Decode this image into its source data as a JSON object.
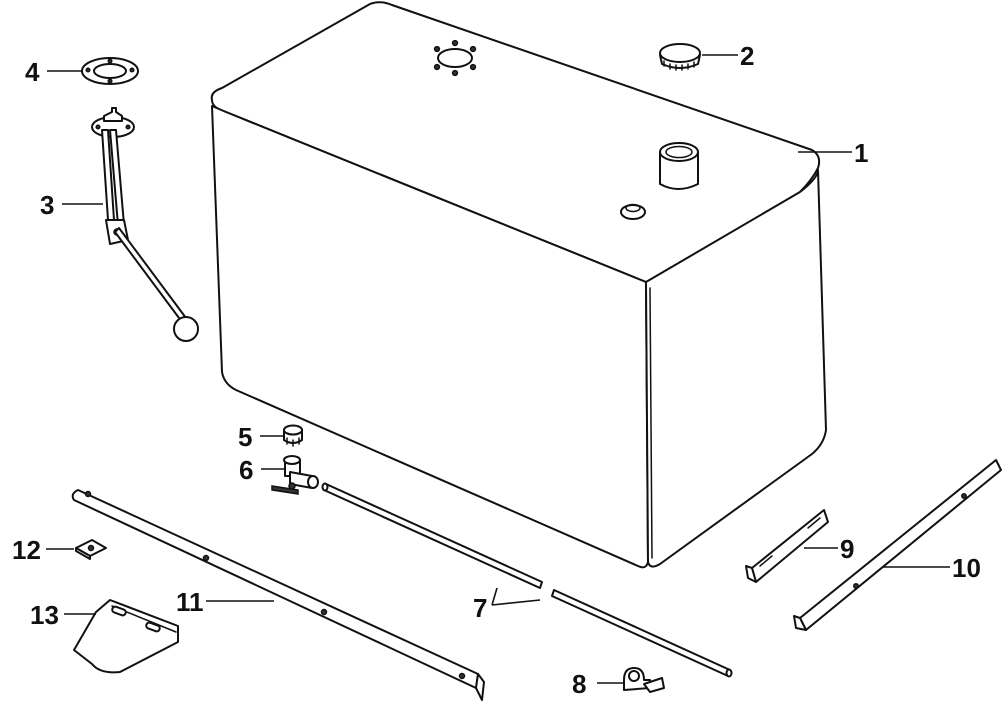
{
  "callouts": [
    {
      "id": "c1",
      "label": "1"
    },
    {
      "id": "c2",
      "label": "2"
    },
    {
      "id": "c3",
      "label": "3"
    },
    {
      "id": "c4",
      "label": "4"
    },
    {
      "id": "c5",
      "label": "5"
    },
    {
      "id": "c6",
      "label": "6"
    },
    {
      "id": "c7",
      "label": "7"
    },
    {
      "id": "c8",
      "label": "8"
    },
    {
      "id": "c9",
      "label": "9"
    },
    {
      "id": "c10",
      "label": "10"
    },
    {
      "id": "c11",
      "label": "11"
    },
    {
      "id": "c12",
      "label": "12"
    },
    {
      "id": "c13",
      "label": "13"
    }
  ],
  "colors": {
    "ink": "#111111",
    "background": "#ffffff"
  }
}
